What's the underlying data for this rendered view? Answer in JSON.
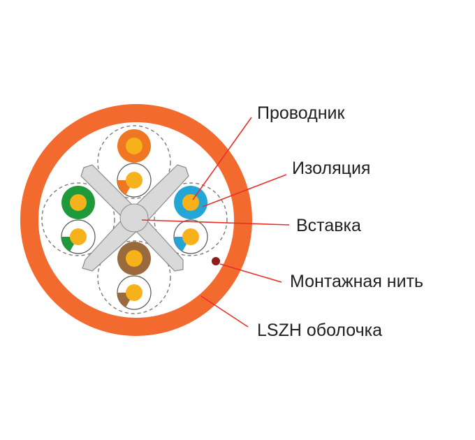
{
  "diagram": {
    "labels": {
      "conductor": "Проводник",
      "insulation": "Изоляция",
      "separator": "Вставка",
      "ripcord": "Монтажная нить",
      "jacket": "LSZH оболочка"
    },
    "colors": {
      "jacket": "#f26a2e",
      "leader": "#e8302a",
      "conductor": "#f7b21b",
      "separator_fill": "#d9d9d9",
      "separator_edge": "#8a8a8a",
      "pair_boundary": "#7a7a7a",
      "ripcord": "#8b1d1d",
      "pair_orange": "#ef7622",
      "pair_green": "#1f9a3a",
      "pair_blue": "#23a6d6",
      "pair_brown": "#9a6a3c"
    }
  }
}
